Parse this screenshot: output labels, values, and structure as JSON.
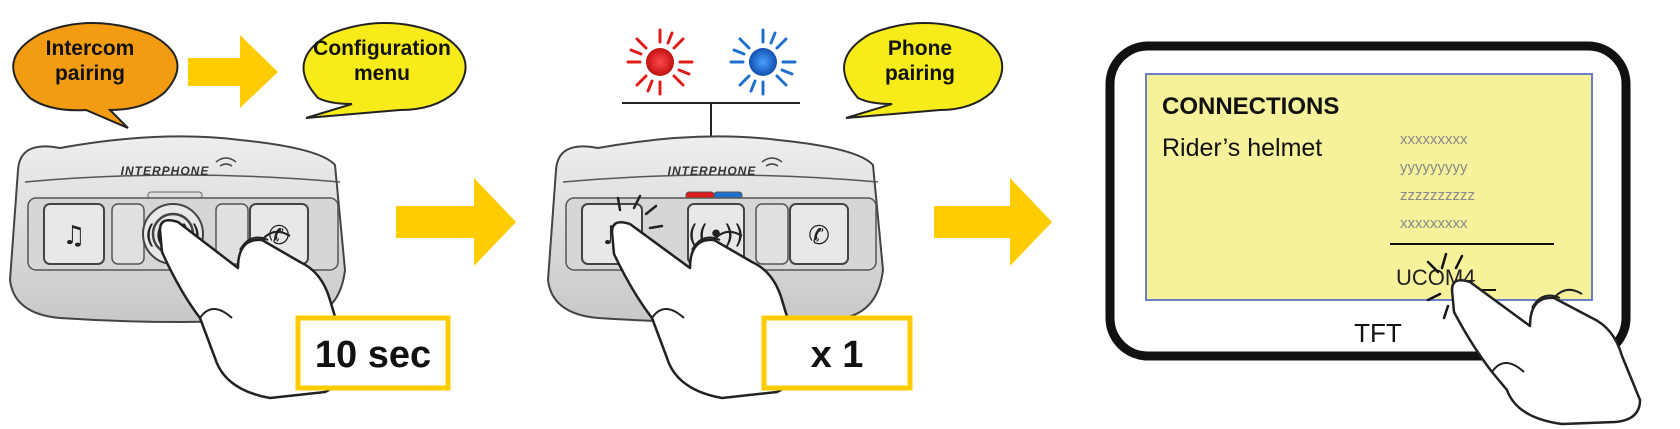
{
  "bubbles": {
    "intercom": {
      "line1": "Intercom",
      "line2": "pairing",
      "color": "#f39c12"
    },
    "config": {
      "line1": "Configuration",
      "line2": "menu",
      "color": "#f7ec1a"
    },
    "phone": {
      "line1": "Phone",
      "line2": "pairing",
      "color": "#f7ec1a"
    }
  },
  "device": {
    "brand": "INTERPHONE"
  },
  "icons": {
    "music": "music-note-icon",
    "intercom": "intercom-icon",
    "phone": "phone-icon"
  },
  "steps": {
    "step1_duration": "10 sec",
    "step2_presses": "x 1"
  },
  "led": {
    "red": "#e01b1b",
    "blue": "#1f6fcf"
  },
  "tft": {
    "title": "CONNECTIONS",
    "rider": "Rider’s helmet",
    "entries": [
      "xxxxxxxxx",
      "yyyyyyyyy",
      "zzzzzzzzzz",
      "xxxxxxxxx"
    ],
    "device_name": "UCOM4",
    "label": "TFT",
    "screen_color": "#f6f29c"
  },
  "colors": {
    "arrow": "#ffcc00",
    "box_border": "#ffcc00"
  }
}
